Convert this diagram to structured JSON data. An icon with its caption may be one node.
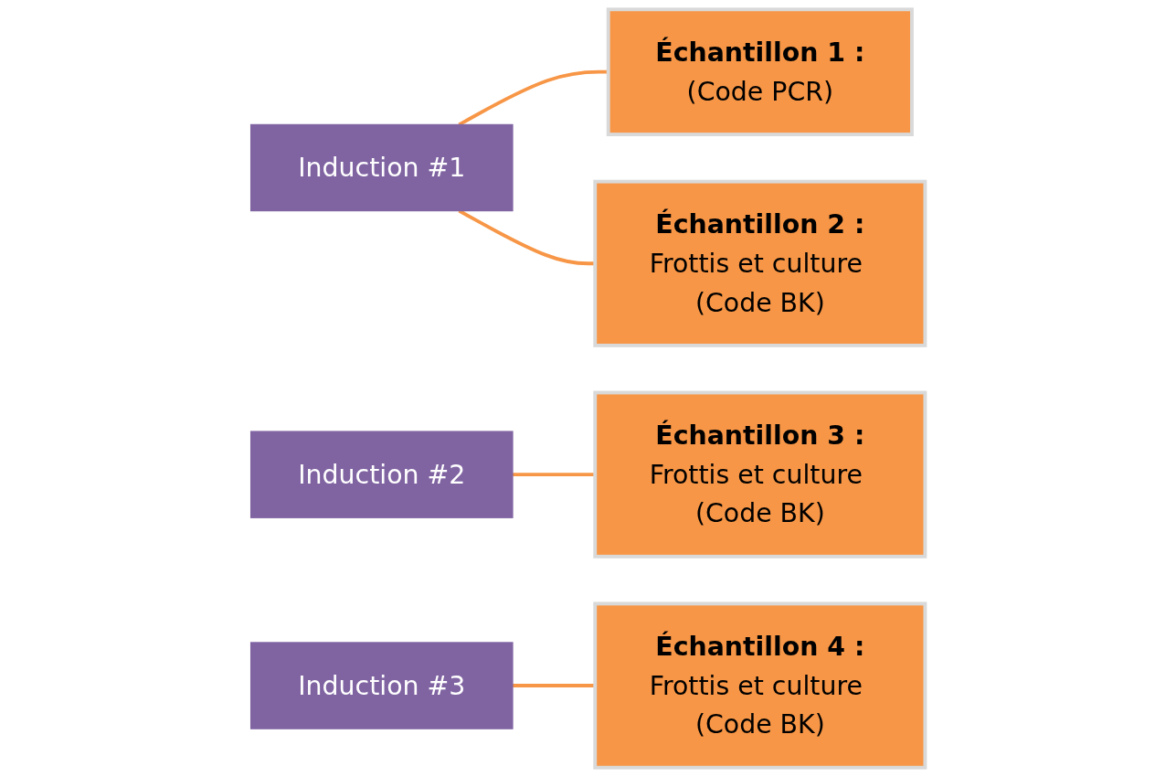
{
  "diagram": {
    "nodes": [
      {
        "text": [
          "Induction #1"
        ]
      },
      {
        "text": [
          "Échantillon 1 :",
          "(Code PCR)"
        ]
      },
      {
        "text": [
          "Échantillon 2 :",
          "Frottis et culture (Code BK)"
        ]
      },
      {
        "text": [
          "Induction #2"
        ]
      },
      {
        "text": [
          "Échantillon 3 :",
          "Frottis et culture (Code BK)"
        ]
      },
      {
        "text": [
          "Induction #3"
        ]
      },
      {
        "text": [
          "Échantillon 4 :",
          "Frottis et culture (Code BK)"
        ]
      }
    ],
    "edges": [
      {
        "from": 0,
        "to": 1,
        "arrow": "none"
      },
      {
        "from": 0,
        "to": 2,
        "arrow": "none"
      },
      {
        "from": 3,
        "to": 4,
        "arrow": "none"
      },
      {
        "from": 5,
        "to": 6,
        "arrow": "none"
      }
    ]
  }
}
